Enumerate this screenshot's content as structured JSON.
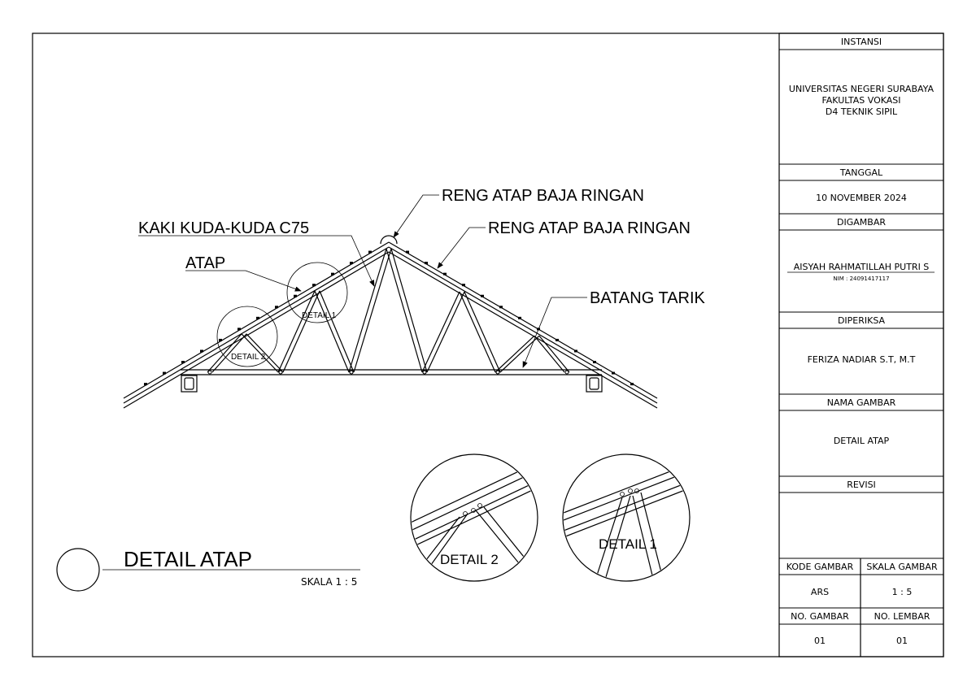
{
  "drawing": {
    "labels": {
      "reng1": "RENG ATAP BAJA RINGAN",
      "reng2": "RENG ATAP BAJA RINGAN",
      "kaki": "KAKI KUDA-KUDA C75",
      "atap": "ATAP",
      "batang": "BATANG TARIK",
      "detail1": "DETAIL 1",
      "detail2": "DETAIL 2"
    },
    "title": "DETAIL ATAP",
    "scale": "SKALA 1 : 5",
    "detail_views": [
      "DETAIL 2",
      "DETAIL 1"
    ]
  },
  "title_block": {
    "instansi_label": "INSTANSI",
    "instansi_lines": [
      "UNIVERSITAS NEGERI SURABAYA",
      "FAKULTAS VOKASI",
      "D4 TEKNIK SIPIL"
    ],
    "tanggal_label": "TANGGAL",
    "tanggal": "10 NOVEMBER 2024",
    "digambar_label": "DIGAMBAR",
    "digambar": "AISYAH RAHMATILLAH PUTRI S",
    "nim": "NIM : 24091417117",
    "diperiksa_label": "DIPERIKSA",
    "diperiksa": "FERIZA NADIAR S.T, M.T",
    "nama_gambar_label": "NAMA GAMBAR",
    "nama_gambar": "DETAIL ATAP",
    "revisi_label": "REVISI",
    "kode_gambar_label": "KODE GAMBAR",
    "kode_gambar": "ARS",
    "skala_gambar_label": "SKALA GAMBAR",
    "skala_gambar": "1 : 5",
    "no_gambar_label": "NO. GAMBAR",
    "no_gambar": "01",
    "no_lembar_label": "NO. LEMBAR",
    "no_lembar": "01"
  }
}
